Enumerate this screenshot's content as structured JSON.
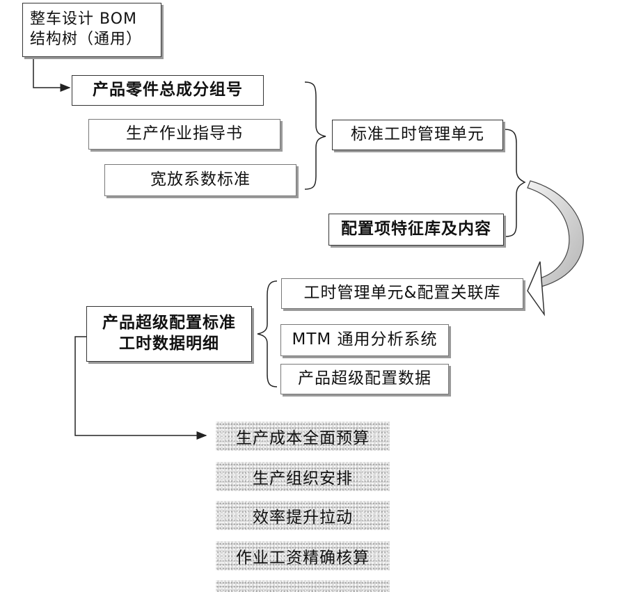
{
  "root": {
    "line1": "整车设计 BOM",
    "line2": "结构树（通用）"
  },
  "inputs_group1": [
    "产品零件总成分组号",
    "生产作业指导书",
    "宽放系数标准"
  ],
  "standard_unit": "标准工时管理单元",
  "config_library": "配置项特征库及内容",
  "detail": {
    "line1": "产品超级配置标准",
    "line2": "工时数据明细"
  },
  "inputs_group2": [
    "工时管理单元&配置关联库",
    "MTM 通用分析系统",
    "产品超级配置数据"
  ],
  "outputs": [
    "生产成本全面预算",
    "生产组织安排",
    "效率提升拉动",
    "作业工资精确核算"
  ]
}
